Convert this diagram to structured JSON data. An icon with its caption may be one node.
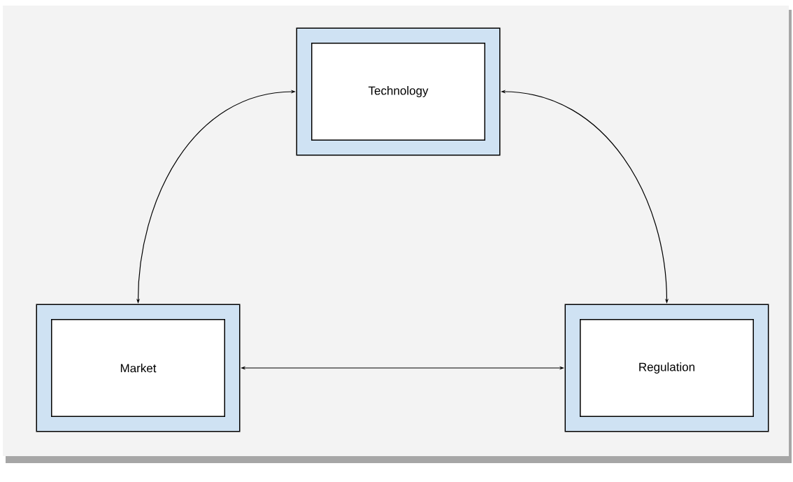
{
  "diagram": {
    "nodes": [
      {
        "text": [
          "Technology"
        ]
      },
      {
        "text": [
          "Market"
        ]
      },
      {
        "text": [
          "Regulation"
        ]
      }
    ],
    "edges": [
      {
        "from": 0,
        "to": 1,
        "arrow": "both"
      },
      {
        "from": 0,
        "to": 2,
        "arrow": "both"
      },
      {
        "from": 1,
        "to": 2,
        "arrow": "both"
      }
    ]
  }
}
